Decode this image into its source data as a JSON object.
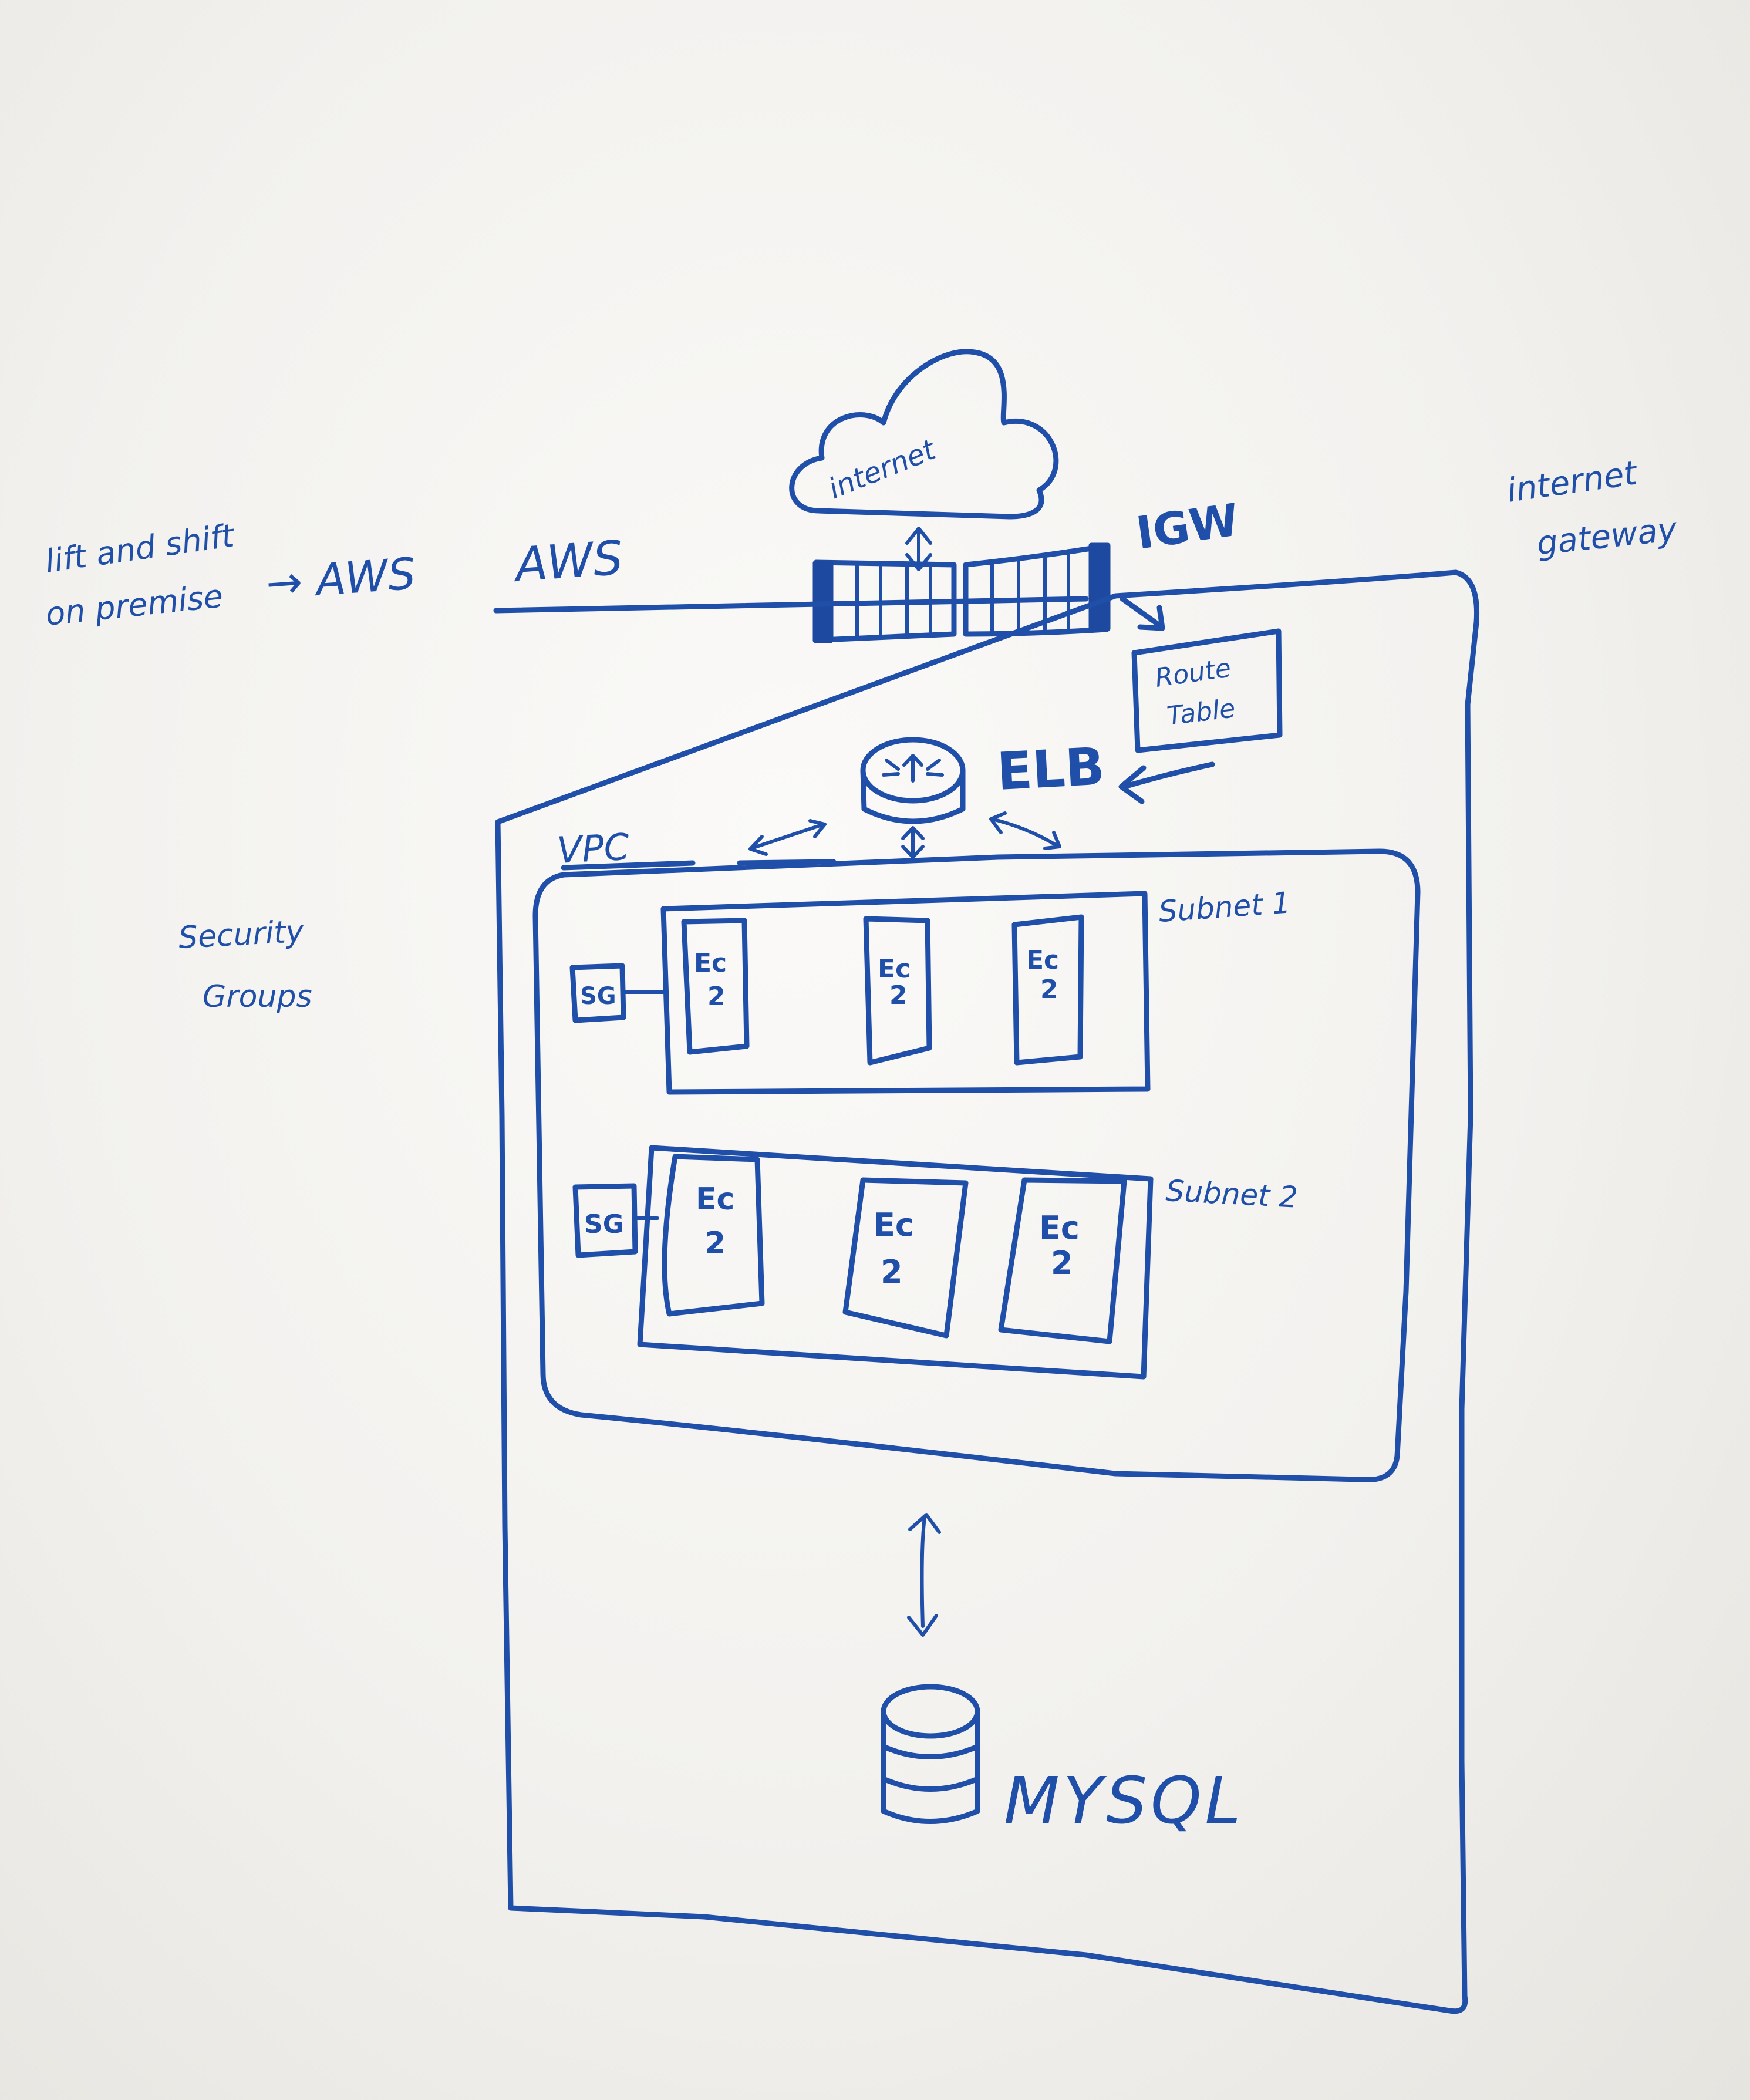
{
  "notes": {
    "lift_line1": "lift and shift",
    "lift_line2": "on premise",
    "lift_target": "→ AWS",
    "security_line1": "Security",
    "security_line2": "Groups",
    "igw_note_line1": "internet",
    "igw_note_line2": "gateway"
  },
  "labels": {
    "cloud": "internet",
    "igw": "IGW",
    "aws": "AWS",
    "route_table_line1": "Route",
    "route_table_line2": "Table",
    "elb": "ELB",
    "vpc": "VPC",
    "subnet1": "Subnet 1",
    "subnet2": "Subnet 2",
    "sg": "SG",
    "ec2_line1": "Ec",
    "ec2_line2": "2",
    "db": "MYSQL"
  },
  "colors": {
    "ink": "#1f4fa8",
    "board": "#f3f2ef"
  }
}
